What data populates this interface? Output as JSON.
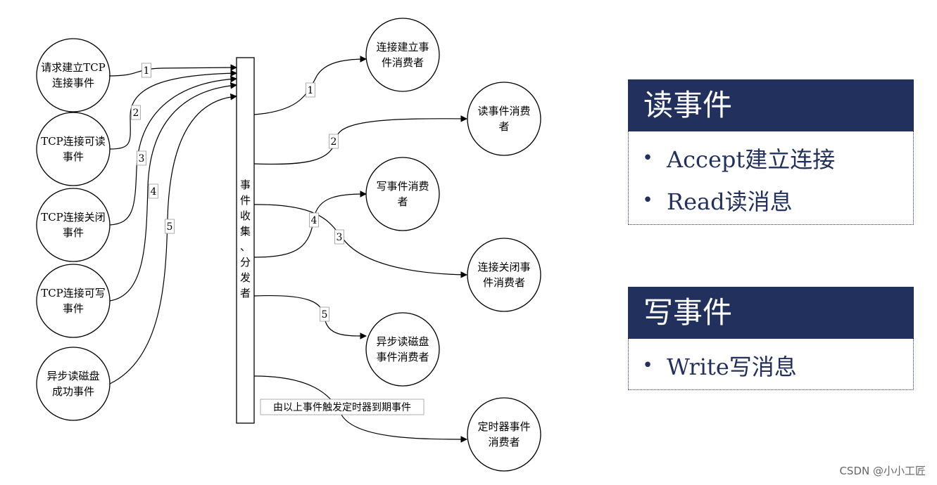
{
  "left_nodes": [
    {
      "id": "tcp-connect",
      "lines": [
        "请求建立TCP",
        "连接事件"
      ],
      "label": "1"
    },
    {
      "id": "tcp-readable",
      "lines": [
        "TCP连接可读",
        "事件"
      ],
      "label": "2"
    },
    {
      "id": "tcp-close",
      "lines": [
        "TCP连接关闭",
        "事件"
      ],
      "label": "3"
    },
    {
      "id": "tcp-writable",
      "lines": [
        "TCP连接可写",
        "事件"
      ],
      "label": "4"
    },
    {
      "id": "async-disk",
      "lines": [
        "异步读磁盘",
        "成功事件"
      ],
      "label": "5"
    }
  ],
  "collector": {
    "chars": [
      "事",
      "件",
      "收",
      "集",
      "、",
      "分",
      "发",
      "者"
    ]
  },
  "right_nodes": [
    {
      "id": "connect-consumer",
      "lines": [
        "连接建立事",
        "件消费者"
      ]
    },
    {
      "id": "read-consumer",
      "lines": [
        "读事件消费",
        "者"
      ]
    },
    {
      "id": "write-consumer",
      "lines": [
        "写事件消费",
        "者"
      ]
    },
    {
      "id": "close-consumer",
      "lines": [
        "连接关闭事",
        "件消费者"
      ]
    },
    {
      "id": "disk-consumer",
      "lines": [
        "异步读磁盘",
        "事件消费者"
      ]
    },
    {
      "id": "timer-consumer",
      "lines": [
        "定时器事件",
        "消费者"
      ]
    }
  ],
  "out_labels": [
    "1",
    "2",
    "3",
    "4",
    "5"
  ],
  "timer_label": "由以上事件触发定时器到期事件",
  "panels": [
    {
      "title": "读事件",
      "items": [
        "Accept建立连接",
        "Read读消息"
      ]
    },
    {
      "title": "写事件",
      "items": [
        "Write写消息"
      ]
    }
  ],
  "watermark": "CSDN @小小工匠"
}
